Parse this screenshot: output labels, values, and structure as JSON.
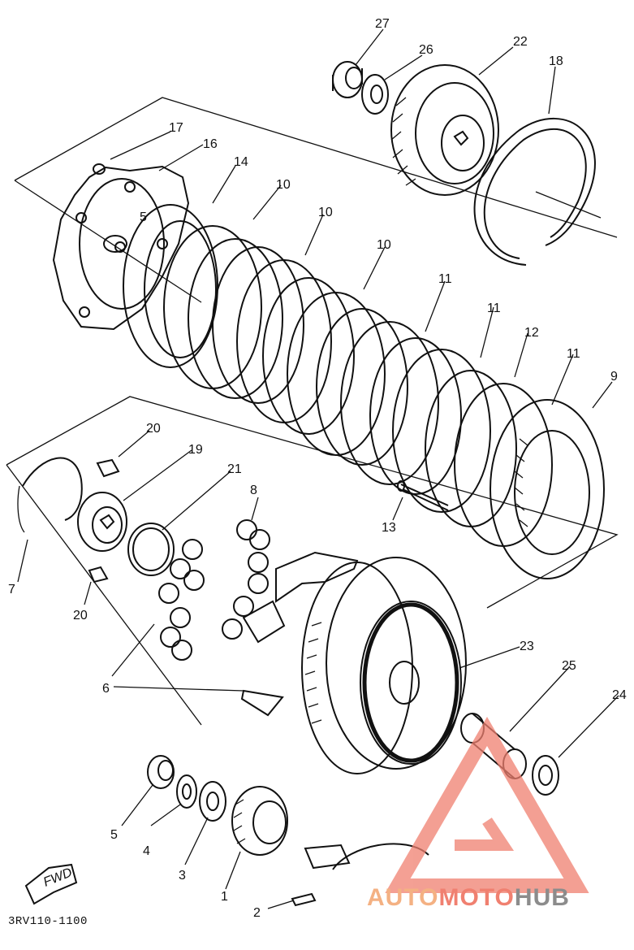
{
  "diagram": {
    "reference_code": "3RV110-1100",
    "fwd_label": "FWD",
    "callouts": [
      {
        "id": "27",
        "label": "27"
      },
      {
        "id": "26",
        "label": "26"
      },
      {
        "id": "22",
        "label": "22"
      },
      {
        "id": "18",
        "label": "18"
      },
      {
        "id": "17",
        "label": "17"
      },
      {
        "id": "16",
        "label": "16"
      },
      {
        "id": "14",
        "label": "14"
      },
      {
        "id": "10a",
        "label": "10"
      },
      {
        "id": "10b",
        "label": "10"
      },
      {
        "id": "10c",
        "label": "10"
      },
      {
        "id": "5a",
        "label": "5"
      },
      {
        "id": "11a",
        "label": "11"
      },
      {
        "id": "11b",
        "label": "11"
      },
      {
        "id": "12",
        "label": "12"
      },
      {
        "id": "11c",
        "label": "11"
      },
      {
        "id": "9",
        "label": "9"
      },
      {
        "id": "20a",
        "label": "20"
      },
      {
        "id": "19",
        "label": "19"
      },
      {
        "id": "21",
        "label": "21"
      },
      {
        "id": "8",
        "label": "8"
      },
      {
        "id": "13",
        "label": "13"
      },
      {
        "id": "7",
        "label": "7"
      },
      {
        "id": "20b",
        "label": "20"
      },
      {
        "id": "6",
        "label": "6"
      },
      {
        "id": "23",
        "label": "23"
      },
      {
        "id": "25",
        "label": "25"
      },
      {
        "id": "24",
        "label": "24"
      },
      {
        "id": "5b",
        "label": "5"
      },
      {
        "id": "4",
        "label": "4"
      },
      {
        "id": "3",
        "label": "3"
      },
      {
        "id": "1",
        "label": "1"
      },
      {
        "id": "2",
        "label": "2"
      }
    ]
  },
  "watermark": {
    "part1": "AUTO",
    "part2": "MOTO",
    "part3": "HUB",
    "colors": {
      "auto": "#f4b183",
      "moto": "#f08070",
      "hub": "#8c8c8c",
      "triangle": "#f08070"
    }
  }
}
